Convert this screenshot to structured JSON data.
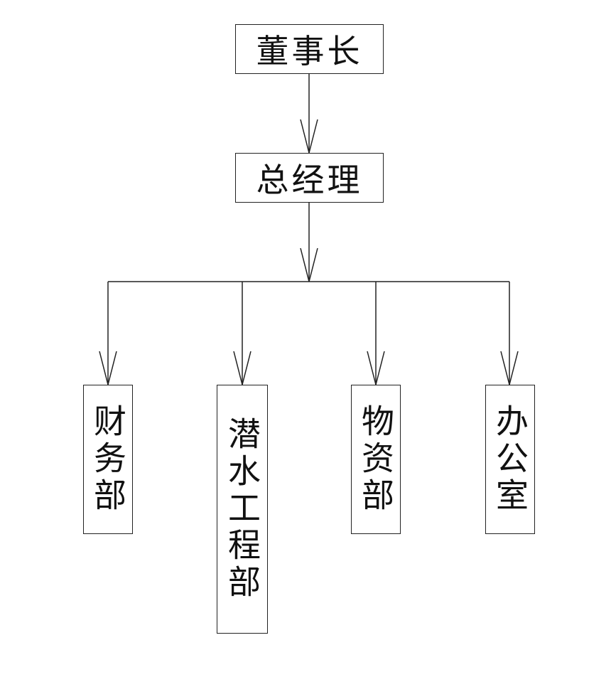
{
  "org_chart": {
    "chairman": {
      "label": "董事长"
    },
    "general_manager": {
      "label": "总经理"
    },
    "departments": [
      {
        "label": "财务部"
      },
      {
        "label": "潜水工程部"
      },
      {
        "label": "物资部"
      },
      {
        "label": "办公室"
      }
    ]
  },
  "colors": {
    "line": "#222222",
    "text": "#111111",
    "background": "#ffffff"
  }
}
